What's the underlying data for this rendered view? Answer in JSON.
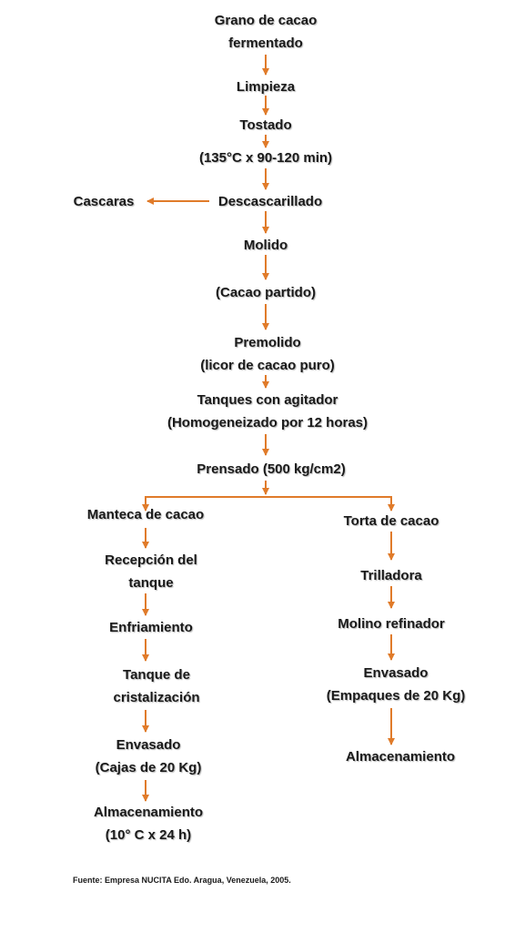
{
  "colors": {
    "arrow": "#e07b2a",
    "text": "#1a1a1a"
  },
  "steps": {
    "grano": [
      "Grano de cacao",
      "fermentado"
    ],
    "limpieza": [
      "Limpieza"
    ],
    "tostado": [
      "Tostado"
    ],
    "tostado_cond": [
      "(135°C x 90-120 min)"
    ],
    "descascarillado": [
      "Descascarillado"
    ],
    "cascaras": [
      "Cascaras"
    ],
    "molido": [
      "Molido"
    ],
    "cacao_partido": [
      "(Cacao partido)"
    ],
    "premolido": [
      "Premolido",
      "(licor de cacao puro)"
    ],
    "tanques": [
      "Tanques con agitador",
      "(Homogeneizado  por 12 horas)"
    ],
    "prensado": [
      "Prensado (500 kg/cm2)"
    ],
    "manteca": [
      "Manteca de cacao"
    ],
    "recepcion": [
      "Recepción del",
      "tanque"
    ],
    "enfriamiento": [
      "Enfriamiento"
    ],
    "tanque_crist": [
      "Tanque de",
      "cristalización"
    ],
    "envasado_izq": [
      "Envasado",
      "(Cajas de 20 Kg)"
    ],
    "almac_izq": [
      "Almacenamiento",
      "(10° C x 24 h)"
    ],
    "torta": [
      "Torta de cacao"
    ],
    "trilladora": [
      "Trilladora"
    ],
    "molino": [
      "Molino refinador"
    ],
    "envasado_der": [
      "Envasado",
      "(Empaques de 20 Kg)"
    ],
    "almac_der": [
      "Almacenamiento"
    ]
  },
  "source": "Fuente: Empresa NUCITA Edo. Aragua, Venezuela, 2005."
}
